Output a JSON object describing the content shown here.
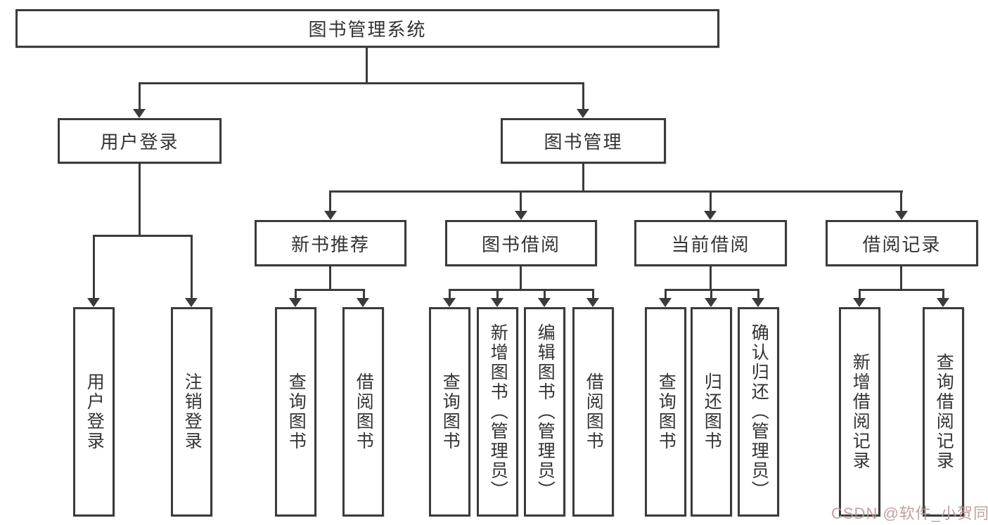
{
  "nodes": {
    "root": "图书管理系统",
    "l2_user": "用户登录",
    "l2_book": "图书管理",
    "l3_new": "新书推荐",
    "l3_borrow": "图书借阅",
    "l3_current": "当前借阅",
    "l3_record": "借阅记录",
    "leaf_user_login": "用户登录",
    "leaf_logout": "注销登录",
    "leaf_new_query": "查询图书",
    "leaf_new_borrow": "借阅图书",
    "leaf_borrow_query": "查询图书",
    "leaf_borrow_add": "新增图书（管理员）",
    "leaf_borrow_edit": "编辑图书（管理员）",
    "leaf_borrow_borrow": "借阅图书",
    "leaf_cur_query": "查询图书",
    "leaf_cur_return": "归还图书",
    "leaf_cur_confirm": "确认归还（管理员）",
    "leaf_rec_add": "新增借阅记录",
    "leaf_rec_query": "查询借阅记录"
  },
  "hierarchy": {
    "label": "图书管理系统",
    "children": [
      {
        "label": "用户登录",
        "children": [
          {
            "label": "用户登录"
          },
          {
            "label": "注销登录"
          }
        ]
      },
      {
        "label": "图书管理",
        "children": [
          {
            "label": "新书推荐",
            "children": [
              {
                "label": "查询图书"
              },
              {
                "label": "借阅图书"
              }
            ]
          },
          {
            "label": "图书借阅",
            "children": [
              {
                "label": "查询图书"
              },
              {
                "label": "新增图书（管理员）"
              },
              {
                "label": "编辑图书（管理员）"
              },
              {
                "label": "借阅图书"
              }
            ]
          },
          {
            "label": "当前借阅",
            "children": [
              {
                "label": "查询图书"
              },
              {
                "label": "归还图书"
              },
              {
                "label": "确认归还（管理员）"
              }
            ]
          },
          {
            "label": "借阅记录",
            "children": [
              {
                "label": "新增借阅记录"
              },
              {
                "label": "查询借阅记录"
              }
            ]
          }
        ]
      }
    ]
  },
  "watermark": "CSDN @软件_小贺同学",
  "colors": {
    "line": "#3b3b3b",
    "text": "#333333",
    "background": "#ffffff",
    "watermark": "#bc989a"
  }
}
